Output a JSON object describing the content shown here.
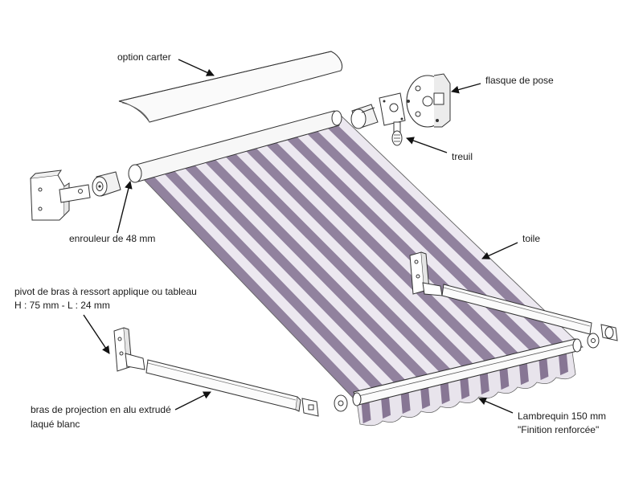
{
  "labels": {
    "option_carter": "option carter",
    "flasque_de_pose": "flasque de pose",
    "treuil": "treuil",
    "enrouleur": "enrouleur de 48 mm",
    "toile": "toile",
    "pivot_line1": "pivot de bras à ressort applique ou tableau",
    "pivot_line2": "H : 75 mm - L : 24 mm",
    "bras_line1": "bras de projection en alu extrudé",
    "bras_line2": "laqué blanc",
    "lambrequin_line1": "Lambrequin 150 mm",
    "lambrequin_line2": "\"Finition renforcée\""
  },
  "colors": {
    "stripe": "#6e5a7e",
    "stripe_light": "#e7e2ec",
    "line": "#333333",
    "metal": "#f4f4f4"
  }
}
